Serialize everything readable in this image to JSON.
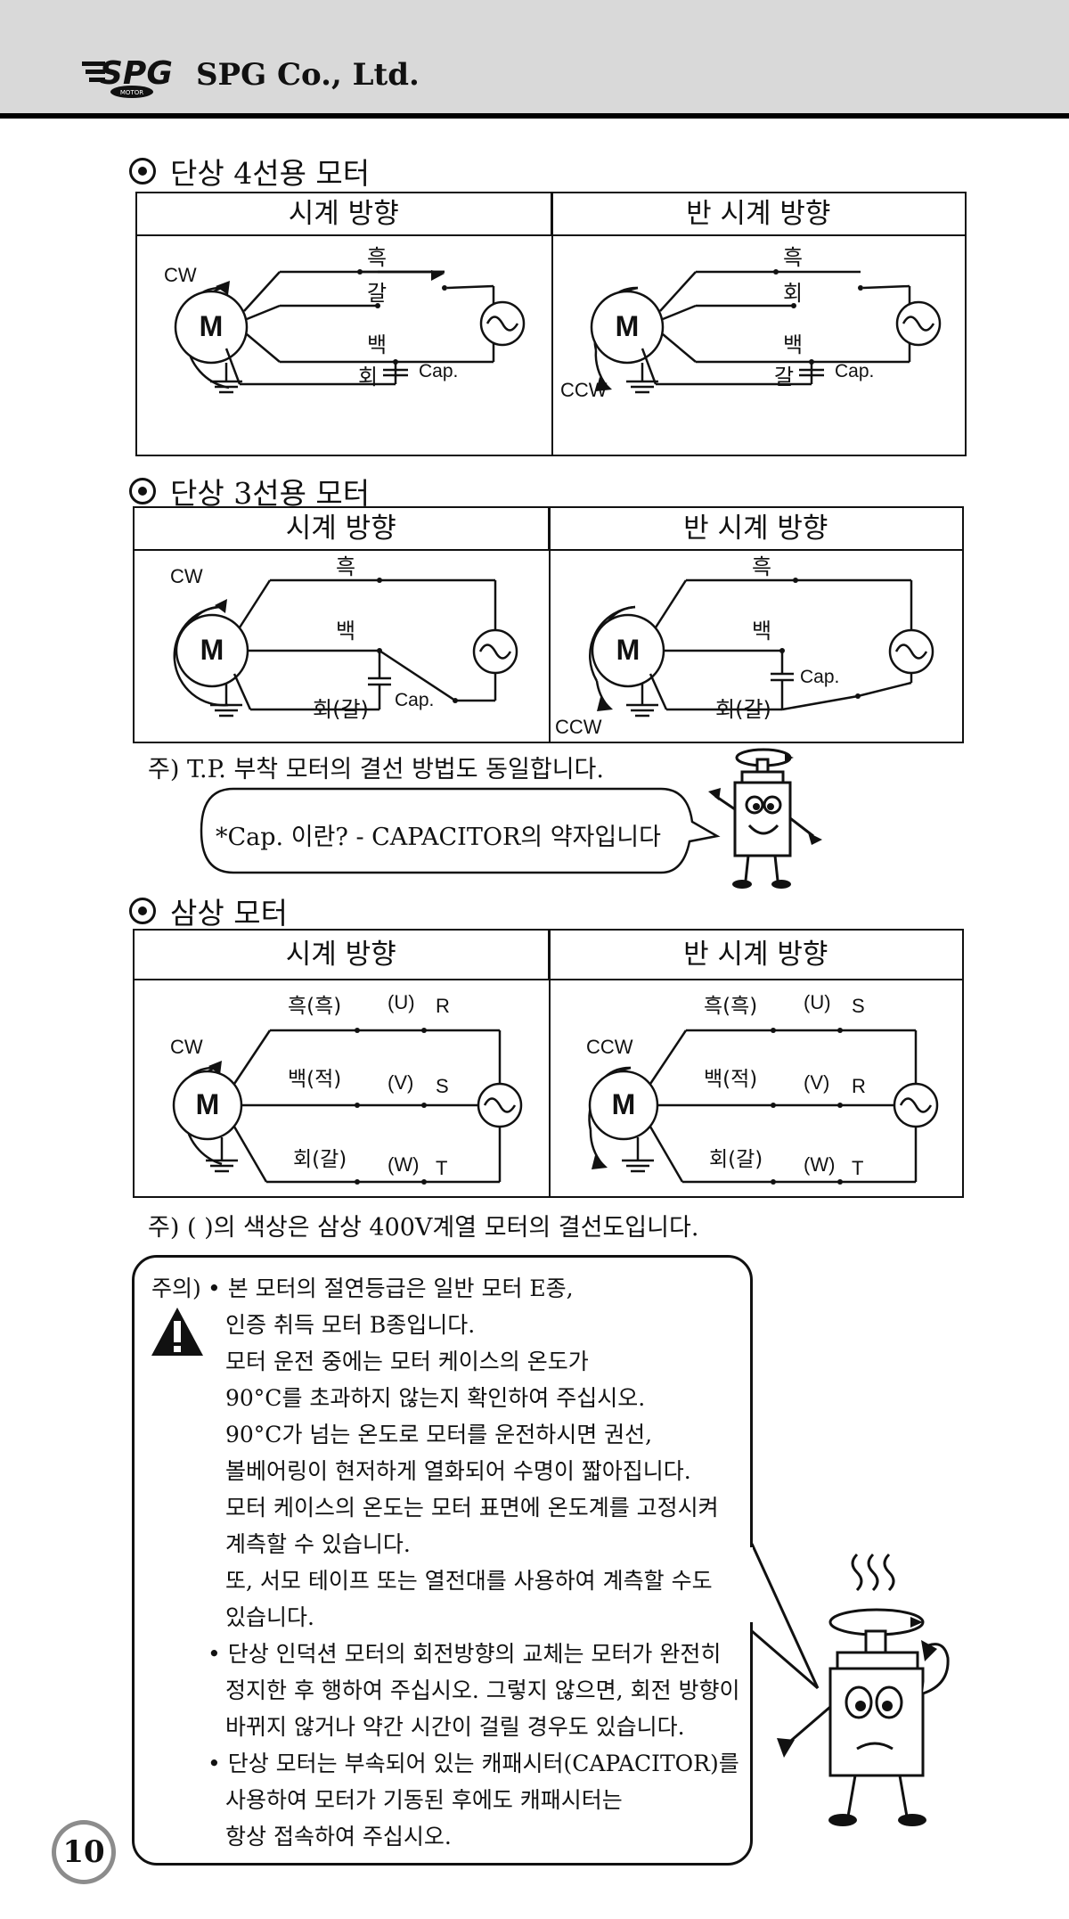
{
  "header": {
    "company": "SPG Co., Ltd.",
    "logo_text": "SPG",
    "logo_sub": "MOTOR"
  },
  "sections": {
    "s1": {
      "title": "단상 4선용 모터"
    },
    "s2": {
      "title": "단상 3선용 모터"
    },
    "s3": {
      "title": "삼상 모터"
    }
  },
  "directions": {
    "cw": "시계 방향",
    "ccw": "반 시계 방향"
  },
  "diagram_labels": {
    "motor": "M",
    "cw": "CW",
    "ccw": "CCW",
    "cap": "Cap.",
    "black": "흑",
    "brown": "갈",
    "white": "백",
    "gray": "회",
    "gray_brown": "회(갈)",
    "black_black": "흑(흑)",
    "white_red": "백(적)",
    "u": "(U)",
    "v": "(V)",
    "w": "(W)",
    "r": "R",
    "s": "S",
    "t": "T"
  },
  "notes": {
    "tp": "주) T.P. 부착 모터의 결선 방법도 동일합니다.",
    "cap_def": "*Cap. 이란? - CAPACITOR의 약자입니다",
    "three_phase": "주) ( )의 색상은 삼상 400V계열 모터의 결선도입니다."
  },
  "warning": {
    "label": "주의)",
    "lines": [
      "• 본 모터의 절연등급은 일반 모터 E종,",
      "인증 취득 모터 B종입니다.",
      "모터 운전 중에는 모터 케이스의 온도가",
      "90°C를 초과하지 않는지 확인하여 주십시오.",
      "90°C가 넘는 온도로 모터를 운전하시면 권선,",
      "볼베어링이 현저하게 열화되어 수명이 짧아집니다.",
      "모터 케이스의 온도는 모터 표면에 온도계를 고정시켜",
      "계측할 수 있습니다.",
      "또, 서모 테이프 또는 열전대를 사용하여 계측할 수도",
      "있습니다.",
      "• 단상 인덕션 모터의 회전방향의 교체는 모터가 완전히",
      "정지한 후 행하여 주십시오. 그렇지 않으면, 회전 방향이",
      "바뀌지 않거나 약간 시간이 걸릴 경우도 있습니다.",
      "• 단상 모터는 부속되어 있는 캐패시터(CAPACITOR)를",
      "사용하여 모터가 기동된 후에도 캐패시터는",
      "항상 접속하여 주십시오."
    ]
  },
  "page_number": "10"
}
